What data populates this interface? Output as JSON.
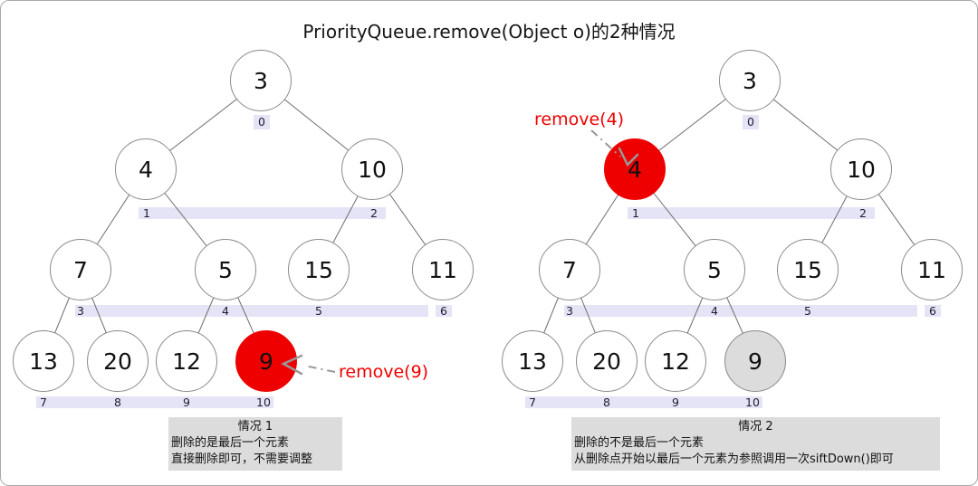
{
  "title": "PriorityQueue.remove(Object o)的2种情况",
  "colors": {
    "highlight_red": "#ee0000",
    "removed_gray": "#dcdcdc",
    "index_band": "#e4e4f6",
    "caption_bg": "#dcdcdc",
    "node_border": "#8a8a8a",
    "edge_gray": "#6e6e6e",
    "arrow_gray": "#999999",
    "annotation_red": "#ee0000"
  },
  "trees": [
    {
      "annotation": "remove(9)",
      "nodes": [
        {
          "value": "3",
          "index": "0",
          "state": "normal"
        },
        {
          "value": "4",
          "index": "1",
          "state": "normal"
        },
        {
          "value": "10",
          "index": "2",
          "state": "normal"
        },
        {
          "value": "7",
          "index": "3",
          "state": "normal"
        },
        {
          "value": "5",
          "index": "4",
          "state": "normal"
        },
        {
          "value": "15",
          "index": "5",
          "state": "normal"
        },
        {
          "value": "11",
          "index": "6",
          "state": "normal"
        },
        {
          "value": "13",
          "index": "7",
          "state": "normal"
        },
        {
          "value": "20",
          "index": "8",
          "state": "normal"
        },
        {
          "value": "12",
          "index": "9",
          "state": "normal"
        },
        {
          "value": "9",
          "index": "10",
          "state": "highlight-red"
        }
      ],
      "caption": {
        "title": "情况 1",
        "lines": [
          "删除的是最后一个元素",
          "直接删除即可，不需要调整"
        ]
      }
    },
    {
      "annotation": "remove(4)",
      "nodes": [
        {
          "value": "3",
          "index": "0",
          "state": "normal"
        },
        {
          "value": "4",
          "index": "1",
          "state": "highlight-red"
        },
        {
          "value": "10",
          "index": "2",
          "state": "normal"
        },
        {
          "value": "7",
          "index": "3",
          "state": "normal"
        },
        {
          "value": "5",
          "index": "4",
          "state": "normal"
        },
        {
          "value": "15",
          "index": "5",
          "state": "normal"
        },
        {
          "value": "11",
          "index": "6",
          "state": "normal"
        },
        {
          "value": "13",
          "index": "7",
          "state": "normal"
        },
        {
          "value": "20",
          "index": "8",
          "state": "normal"
        },
        {
          "value": "12",
          "index": "9",
          "state": "normal"
        },
        {
          "value": "9",
          "index": "10",
          "state": "removed-gray"
        }
      ],
      "caption": {
        "title": "情况 2",
        "lines": [
          "删除的不是最后一个元素",
          "从删除点开始以最后一个元素为参照调用一次siftDown()即可"
        ]
      }
    }
  ]
}
